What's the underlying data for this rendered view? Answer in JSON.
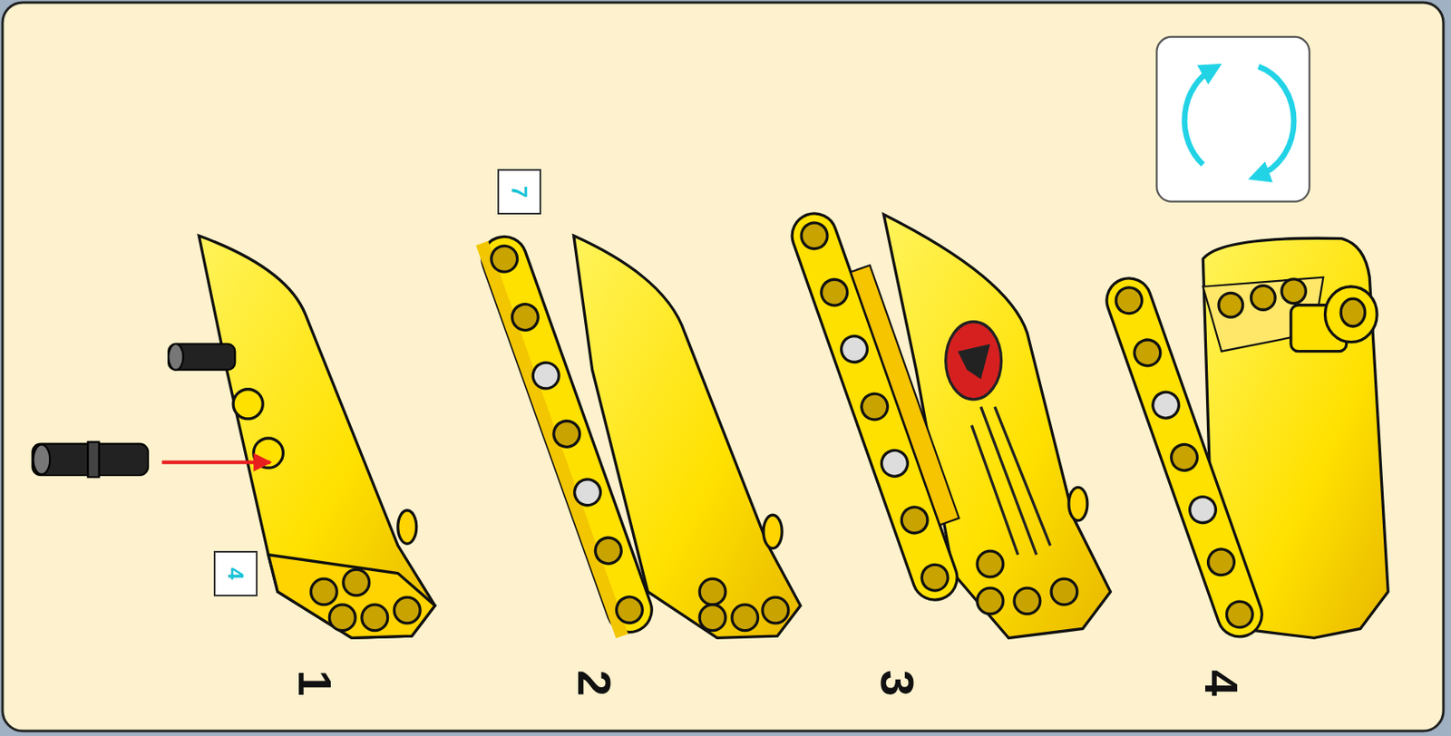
{
  "diagram": {
    "labels": [
      "4",
      "1",
      "7",
      "2",
      "3",
      "4"
    ]
  }
}
